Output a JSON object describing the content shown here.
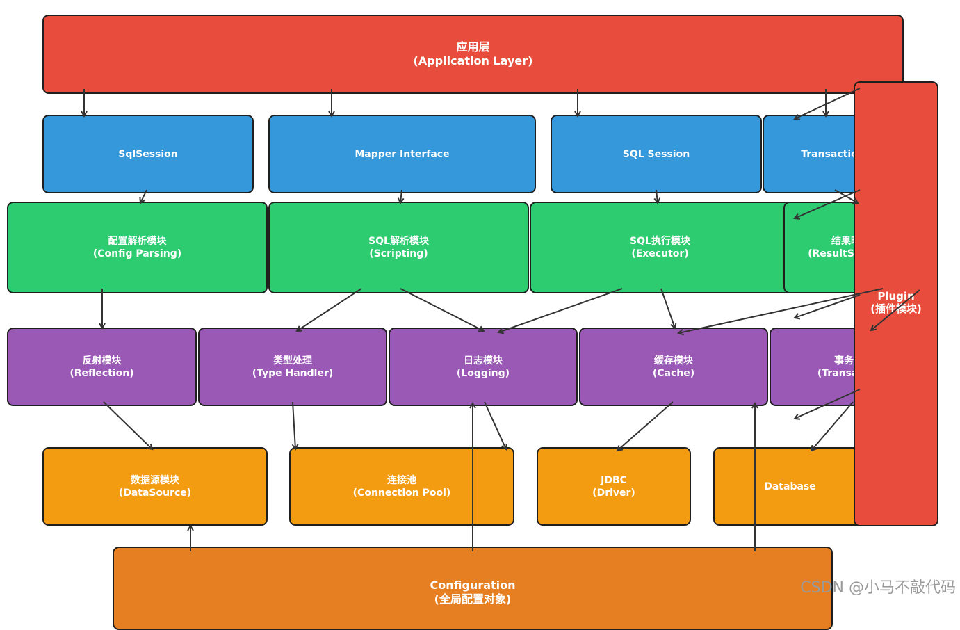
{
  "layers": {
    "app": {
      "title": "应用层",
      "subtitle": "(Application Layer)"
    },
    "interface": [
      {
        "label": "SqlSession"
      },
      {
        "label": "Mapper Interface"
      },
      {
        "label": "SQL Session"
      },
      {
        "label": "Transaction"
      }
    ],
    "core": [
      {
        "title": "配置解析模块",
        "subtitle": "(Config Parsing)"
      },
      {
        "title": "SQL解析模块",
        "subtitle": "(Scripting)"
      },
      {
        "title": "SQL执行模块",
        "subtitle": "(Executor)"
      },
      {
        "title": "结果映射模块",
        "subtitle": "(ResultSetHandler)"
      }
    ],
    "support": [
      {
        "title": "反射模块",
        "subtitle": "(Reflection)"
      },
      {
        "title": "类型处理",
        "subtitle": "(Type Handler)"
      },
      {
        "title": "日志模块",
        "subtitle": "(Logging)"
      },
      {
        "title": "缓存模块",
        "subtitle": "(Cache)"
      },
      {
        "title": "事务管理",
        "subtitle": "(Transaction)"
      }
    ],
    "base": [
      {
        "title": "数据源模块",
        "subtitle": "(DataSource)"
      },
      {
        "title": "连接池",
        "subtitle": "(Connection Pool)"
      },
      {
        "title": "JDBC",
        "subtitle": "(Driver)"
      },
      {
        "title": "Database",
        "subtitle": ""
      }
    ],
    "config": {
      "title": "Configuration",
      "subtitle": "(全局配置对象)"
    },
    "plugin": {
      "title": "Plugin",
      "subtitle": "(插件模块)"
    }
  },
  "colors": {
    "app": "#e74c3c",
    "interface": "#3498db",
    "core": "#2ecc71",
    "support": "#9b59b6",
    "base": "#f39c12",
    "config": "#e67e22",
    "plugin": "#e74c3c"
  },
  "watermark": "CSDN @小马不敲代码"
}
